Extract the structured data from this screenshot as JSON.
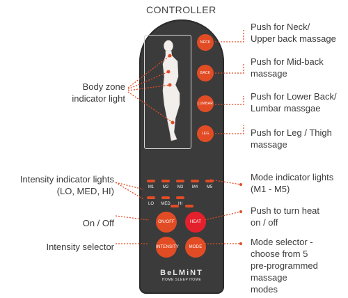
{
  "title": "CONTROLLER",
  "remote": {
    "zones": [
      "NECK",
      "BACK",
      "LUMBAR",
      "LEG"
    ],
    "modes": [
      "M1",
      "M2",
      "M3",
      "M4",
      "M5"
    ],
    "intensity": [
      "LO",
      "MED",
      "HI"
    ],
    "buttons": {
      "onoff": "ON/OFF",
      "heat": "HEAT",
      "intensity": "INTENSITY",
      "mode": "MODE"
    },
    "brand": "BeLMiNT",
    "tagline": "HOME SLEEP HOME"
  },
  "annotations": {
    "neck": [
      "Push for Neck/",
      "Upper back massage"
    ],
    "back": [
      "Push for Mid-back",
      "massage"
    ],
    "lumbar": [
      "Push for Lower Back/",
      "Lumbar massgae"
    ],
    "leg": [
      "Push for Leg / Thigh",
      "massage"
    ],
    "mode_lights": [
      "Mode indicator lights",
      "(M1 - M5)"
    ],
    "heat": [
      "Push to turn heat",
      "on / off"
    ],
    "mode_selector": [
      "Mode selector -",
      "choose from 5",
      "pre-programmed",
      "massage",
      "modes"
    ],
    "body_zone": [
      "Body zone",
      "indicator light"
    ],
    "intensity_lights": [
      "Intensity indicator lights",
      "(LO, MED, HI)"
    ],
    "onoff": "On / Off",
    "intensity_selector": "Intensity selector"
  },
  "colors": {
    "accent": "#e24c25",
    "heat": "#e3202c",
    "body": "#3b3b3b"
  }
}
